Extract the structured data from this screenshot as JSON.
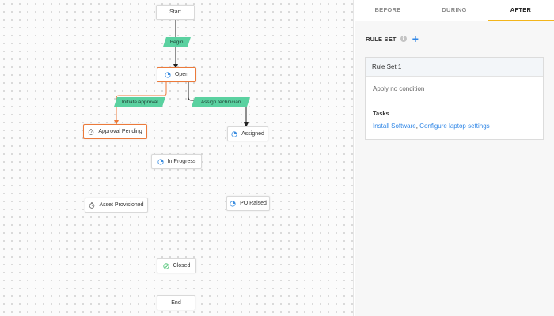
{
  "canvas": {
    "nodes": {
      "start": {
        "label": "Start",
        "icon": "none"
      },
      "open": {
        "label": "Open",
        "icon": "status-clock-icon"
      },
      "approval_pending": {
        "label": "Approval Pending",
        "icon": "stopwatch-icon"
      },
      "assigned": {
        "label": "Assigned",
        "icon": "status-clock-icon"
      },
      "in_progress": {
        "label": "In Progress",
        "icon": "status-clock-icon"
      },
      "asset_provisioned": {
        "label": "Asset Provisioned",
        "icon": "stopwatch-icon"
      },
      "po_raised": {
        "label": "PO Raised",
        "icon": "status-clock-icon"
      },
      "closed": {
        "label": "Closed",
        "icon": "check-circle-icon"
      },
      "end": {
        "label": "End",
        "icon": "none"
      }
    },
    "transitions": {
      "begin": "Begin",
      "initiate_approval": "Initiate approval",
      "assign_technician": "Assign technician"
    },
    "colors": {
      "selected_border": "#ec7a3a",
      "transition_fill": "#5ad1a0",
      "status_blue": "#3b8de0",
      "closed_green": "#3fbf6a"
    }
  },
  "panel": {
    "tabs": [
      {
        "label": "BEFORE",
        "active": false
      },
      {
        "label": "DURING",
        "active": false
      },
      {
        "label": "AFTER",
        "active": true
      }
    ],
    "rule_set_title": "RULE SET",
    "rule_set": {
      "name": "Rule Set 1",
      "condition": "Apply no condition",
      "tasks_title": "Tasks",
      "tasks": [
        "Install Software",
        "Configure laptop settings"
      ],
      "separator": ","
    },
    "colors": {
      "active_tab_underline": "#f3b51b",
      "link": "#2f86e6"
    }
  }
}
